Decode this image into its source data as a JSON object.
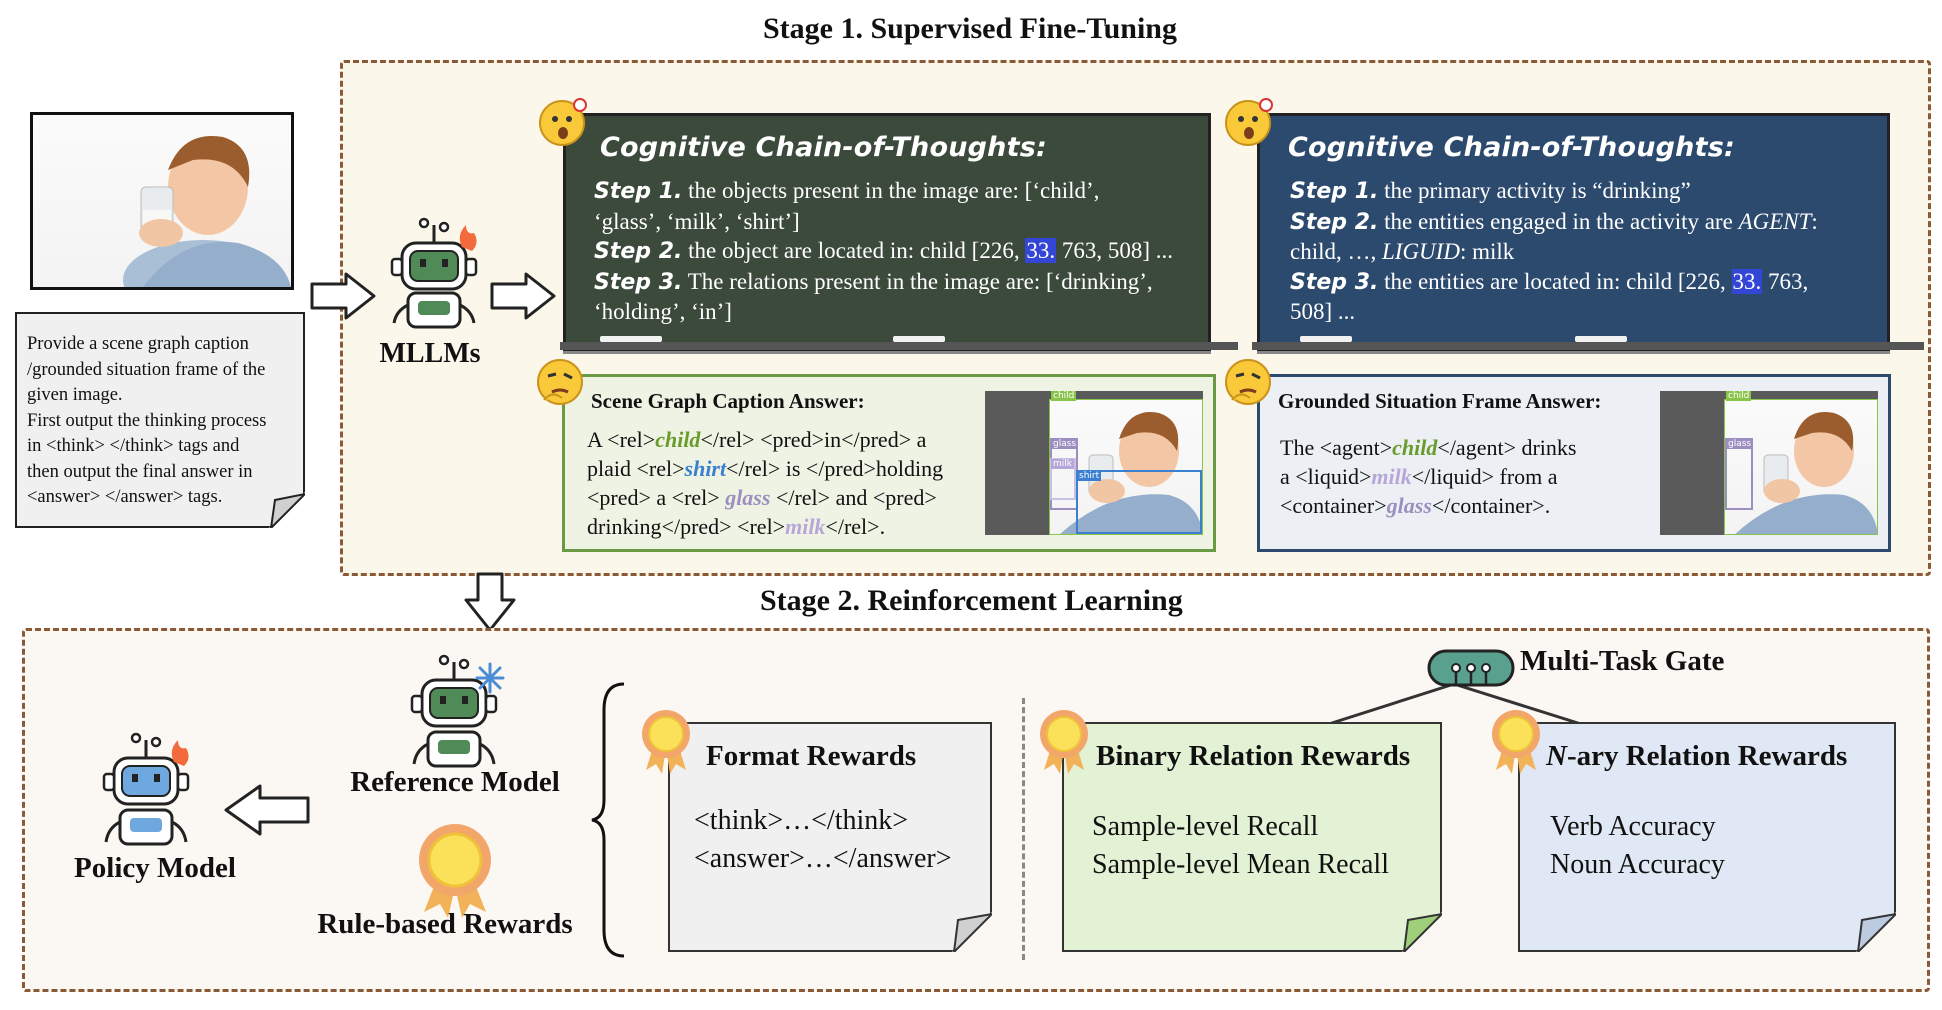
{
  "stage1": {
    "title": "Stage 1. Supervised Fine-Tuning"
  },
  "stage2": {
    "title": "Stage 2. Reinforcement Learning"
  },
  "prompt": {
    "lines": [
      "Provide a scene graph caption",
      "/grounded situation frame of the",
      "given image.",
      "First output the thinking process",
      "in <think> </think> tags and",
      "then output the final answer in",
      "<answer> </answer> tags."
    ]
  },
  "mllm_label": "MLLMs",
  "cot_left": {
    "title": "Cognitive Chain-of-Thoughts:",
    "step1_label": "Step 1.",
    "step1_text": " the objects present in the image are: [‘child’,",
    "step1_cont": "‘glass’, ‘milk’, ‘shirt’]",
    "step2_label": "Step 2.",
    "step2_text_a": " the object are located in: child [226, ",
    "step2_hl": "33.",
    "step2_text_b": " 763, 508] ...",
    "step3_label": "Step 3.",
    "step3_text": " The relations present in the image are: [‘drinking’,",
    "step3_cont": "‘holding’, ‘in’]",
    "color": "#3c4a3c"
  },
  "cot_right": {
    "title": "Cognitive Chain-of-Thoughts:",
    "step1_label": "Step 1.",
    "step1_text": " the primary activity is “drinking”",
    "step2_label": "Step 2.",
    "step2_text_a": " the entities engaged in the activity are ",
    "step2_agent": "AGENT",
    "step2_text_b": ":",
    "step2_cont_a": "child, …, ",
    "step2_liquid": "LIGUID",
    "step2_cont_b": ": milk",
    "step3_label": "Step 3.",
    "step3_text_a": " the entities are located in: child [226, ",
    "step3_hl": "33.",
    "step3_text_b": " 763,",
    "step3_cont": "508] ...",
    "color": "#2c4a6e"
  },
  "sg_answer": {
    "title": "Scene Graph Caption Answer:",
    "box_labels": [
      "child",
      "glass",
      "milk",
      "shirt"
    ]
  },
  "gsf_answer": {
    "title": "Grounded Situation Frame Answer:",
    "box_labels": [
      "child",
      "glass"
    ]
  },
  "models": {
    "reference": "Reference Model",
    "rule_rewards": "Rule-based Rewards",
    "policy": "Policy Model"
  },
  "gate_label": "Multi-Task Gate",
  "rewards": [
    {
      "title": "Format Rewards",
      "items": [
        "<think>…</think>",
        "<answer>…</answer>"
      ]
    },
    {
      "title": "Binary Relation Rewards",
      "items": [
        "Sample-level Recall",
        "Sample-level Mean Recall"
      ]
    },
    {
      "title_italic": "N",
      "title_rest": "-ary Relation Rewards",
      "items": [
        "Verb Accuracy",
        "Noun Accuracy"
      ]
    }
  ],
  "colors": {
    "stage_bg": "#fbf7ea",
    "dash": "#8a5a36",
    "robot_green": "#4f8a57",
    "robot_blue": "#6fa8de",
    "sg_border": "#6b9a44",
    "gsf_border": "#2c4a6e",
    "reward_gray": "#f0f0f0",
    "reward_green": "#e3f1d4",
    "reward_blue": "#dfe8f4"
  }
}
